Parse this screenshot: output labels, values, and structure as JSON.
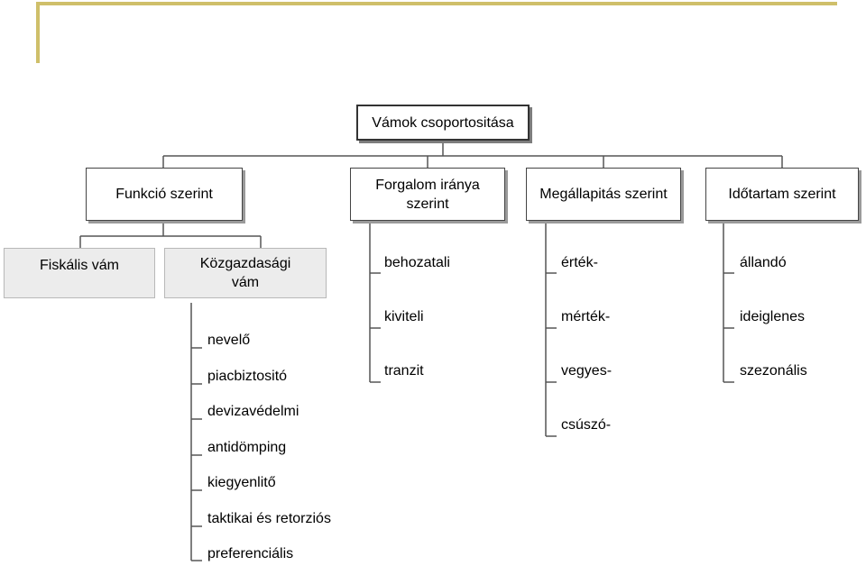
{
  "root": {
    "label": "Vámok csoportositása"
  },
  "categories": [
    {
      "label": "Funkció szerint"
    },
    {
      "label": "Forgalom iránya szerint"
    },
    {
      "label": "Megállapitás szerint"
    },
    {
      "label": "Időtartam szerint"
    }
  ],
  "funkcio": {
    "children": [
      {
        "label": "Fiskális vám"
      },
      {
        "label": "Közgazdasági vám"
      }
    ],
    "kozgazdasagi_items": [
      {
        "label": "nevelő"
      },
      {
        "label": "piacbiztositó"
      },
      {
        "label": "devizavédelmi"
      },
      {
        "label": "antidömping"
      },
      {
        "label": "kiegyenlitő"
      },
      {
        "label": "taktikai és retorziós"
      },
      {
        "label": "preferenciális"
      }
    ]
  },
  "forgalom_items": [
    {
      "label": "behozatali"
    },
    {
      "label": "kiviteli"
    },
    {
      "label": "tranzit"
    }
  ],
  "megallapitas_items": [
    {
      "label": "érték-"
    },
    {
      "label": "mérték-"
    },
    {
      "label": "vegyes-"
    },
    {
      "label": "csúszó-"
    }
  ],
  "idotartam_items": [
    {
      "label": "állandó"
    },
    {
      "label": "ideiglenes"
    },
    {
      "label": "szezonális"
    }
  ]
}
